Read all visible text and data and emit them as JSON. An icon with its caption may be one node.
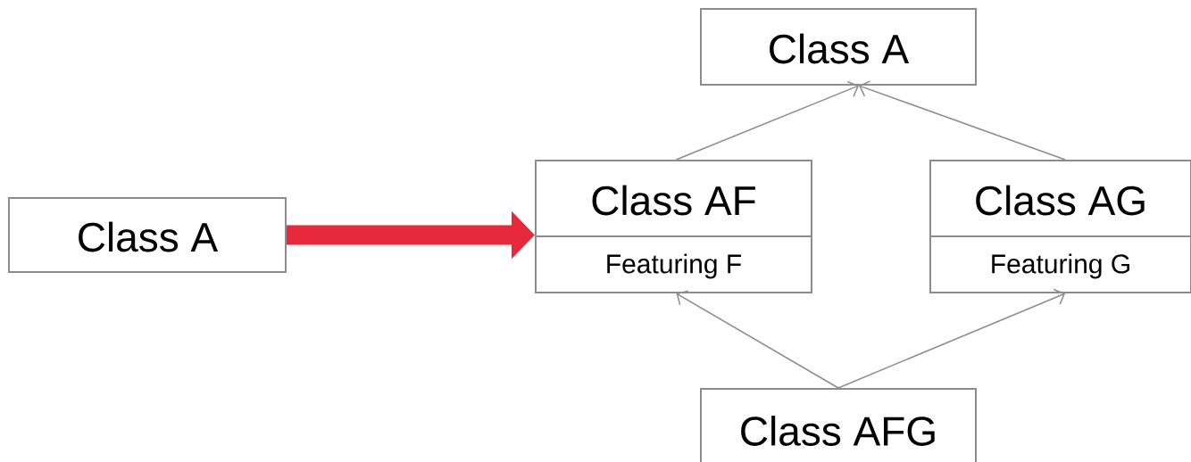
{
  "diagram": {
    "nodes": [
      {
        "text": [
          "Class A"
        ]
      },
      {
        "text": [
          "Class A"
        ]
      },
      {
        "text": [
          "Class AF",
          "Featuring F"
        ]
      },
      {
        "text": [
          "Class AG",
          "Featuring G"
        ]
      },
      {
        "text": [
          "Class AFG"
        ]
      }
    ],
    "edges": [
      {
        "from": 0,
        "to": 2,
        "arrow": "to",
        "style": "thick",
        "color": "#e8293b"
      },
      {
        "from": 2,
        "to": 1,
        "arrow": "to"
      },
      {
        "from": 3,
        "to": 1,
        "arrow": "to"
      },
      {
        "from": 4,
        "to": 2,
        "arrow": "to"
      },
      {
        "from": 4,
        "to": 3,
        "arrow": "to"
      }
    ]
  }
}
